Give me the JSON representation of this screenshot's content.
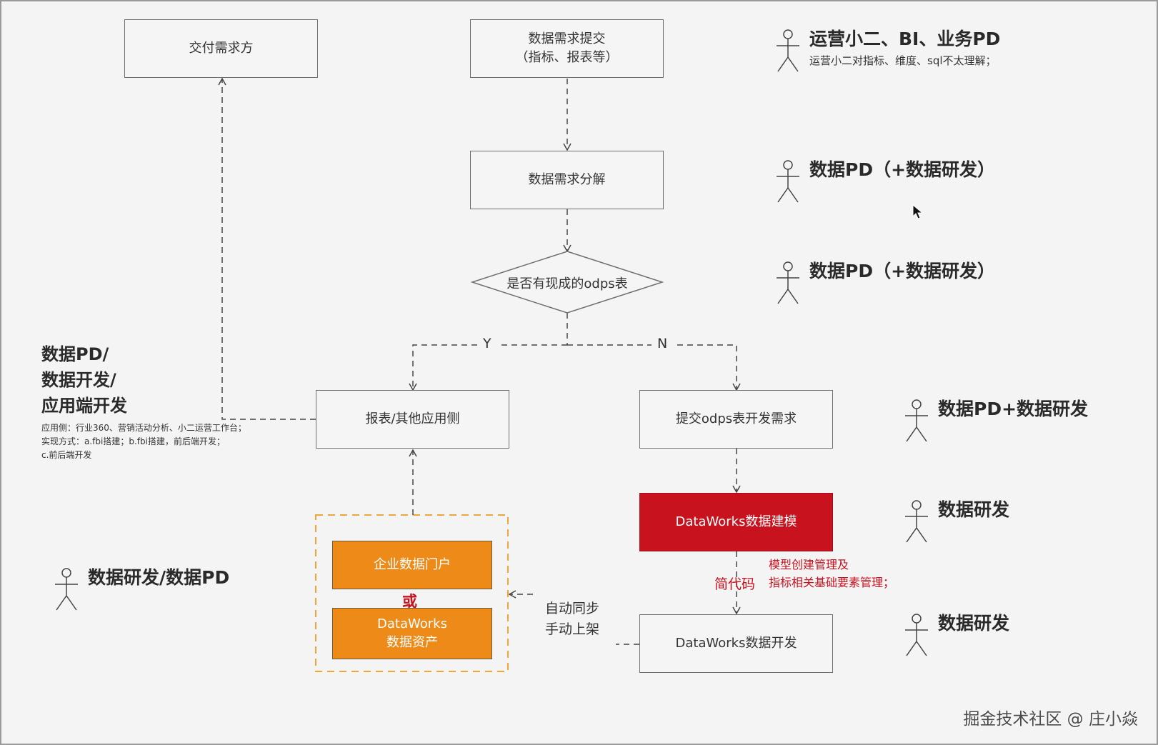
{
  "nodes": {
    "delivery": "交付需求方",
    "submit": "数据需求提交\n（指标、报表等）",
    "decompose": "数据需求分解",
    "decision": "是否有现成的odps表",
    "report": "报表/其他应用侧",
    "odps_dev": "提交odps表开发需求",
    "dw_model": "DataWorks数据建模",
    "dw_dev": "DataWorks数据开发",
    "portal": "企业数据门户",
    "dw_assets": "DataWorks\n数据资产"
  },
  "edge_labels": {
    "yes": "Y",
    "no": "N",
    "or": "或",
    "simple_code": "简代码",
    "model_note_1": "模型创建管理及",
    "model_note_2": "指标相关基础要素管理；",
    "sync_1": "自动同步",
    "sync_2": "手动上架"
  },
  "roles": {
    "ops": {
      "name": "运营小二、BI、业务PD",
      "note": "运营小二对指标、维度、sql不太理解；"
    },
    "pd1": {
      "name": "数据PD（+数据研发）"
    },
    "pd2": {
      "name": "数据PD（+数据研发）"
    },
    "pd_dev": {
      "name": "数据PD+数据研发"
    },
    "dev1": {
      "name": "数据研发"
    },
    "dev2": {
      "name": "数据研发"
    },
    "dev_pd": {
      "name": "数据研发/数据PD"
    }
  },
  "left_panel": {
    "lines": [
      "数据PD/",
      "数据开发/",
      "应用端开发"
    ],
    "notes": [
      "应用侧：行业360、营销活动分析、小二运营工作台；",
      "实现方式：a.fbi搭建；b.fbi搭建，前后端开发；",
      "c.前后端开发"
    ]
  },
  "watermark": "掘金技术社区 @ 庄小焱",
  "colors": {
    "red": "#c8121e",
    "orange": "#ed8a18",
    "dashed_orange": "#f0a53a",
    "line": "#444444"
  }
}
